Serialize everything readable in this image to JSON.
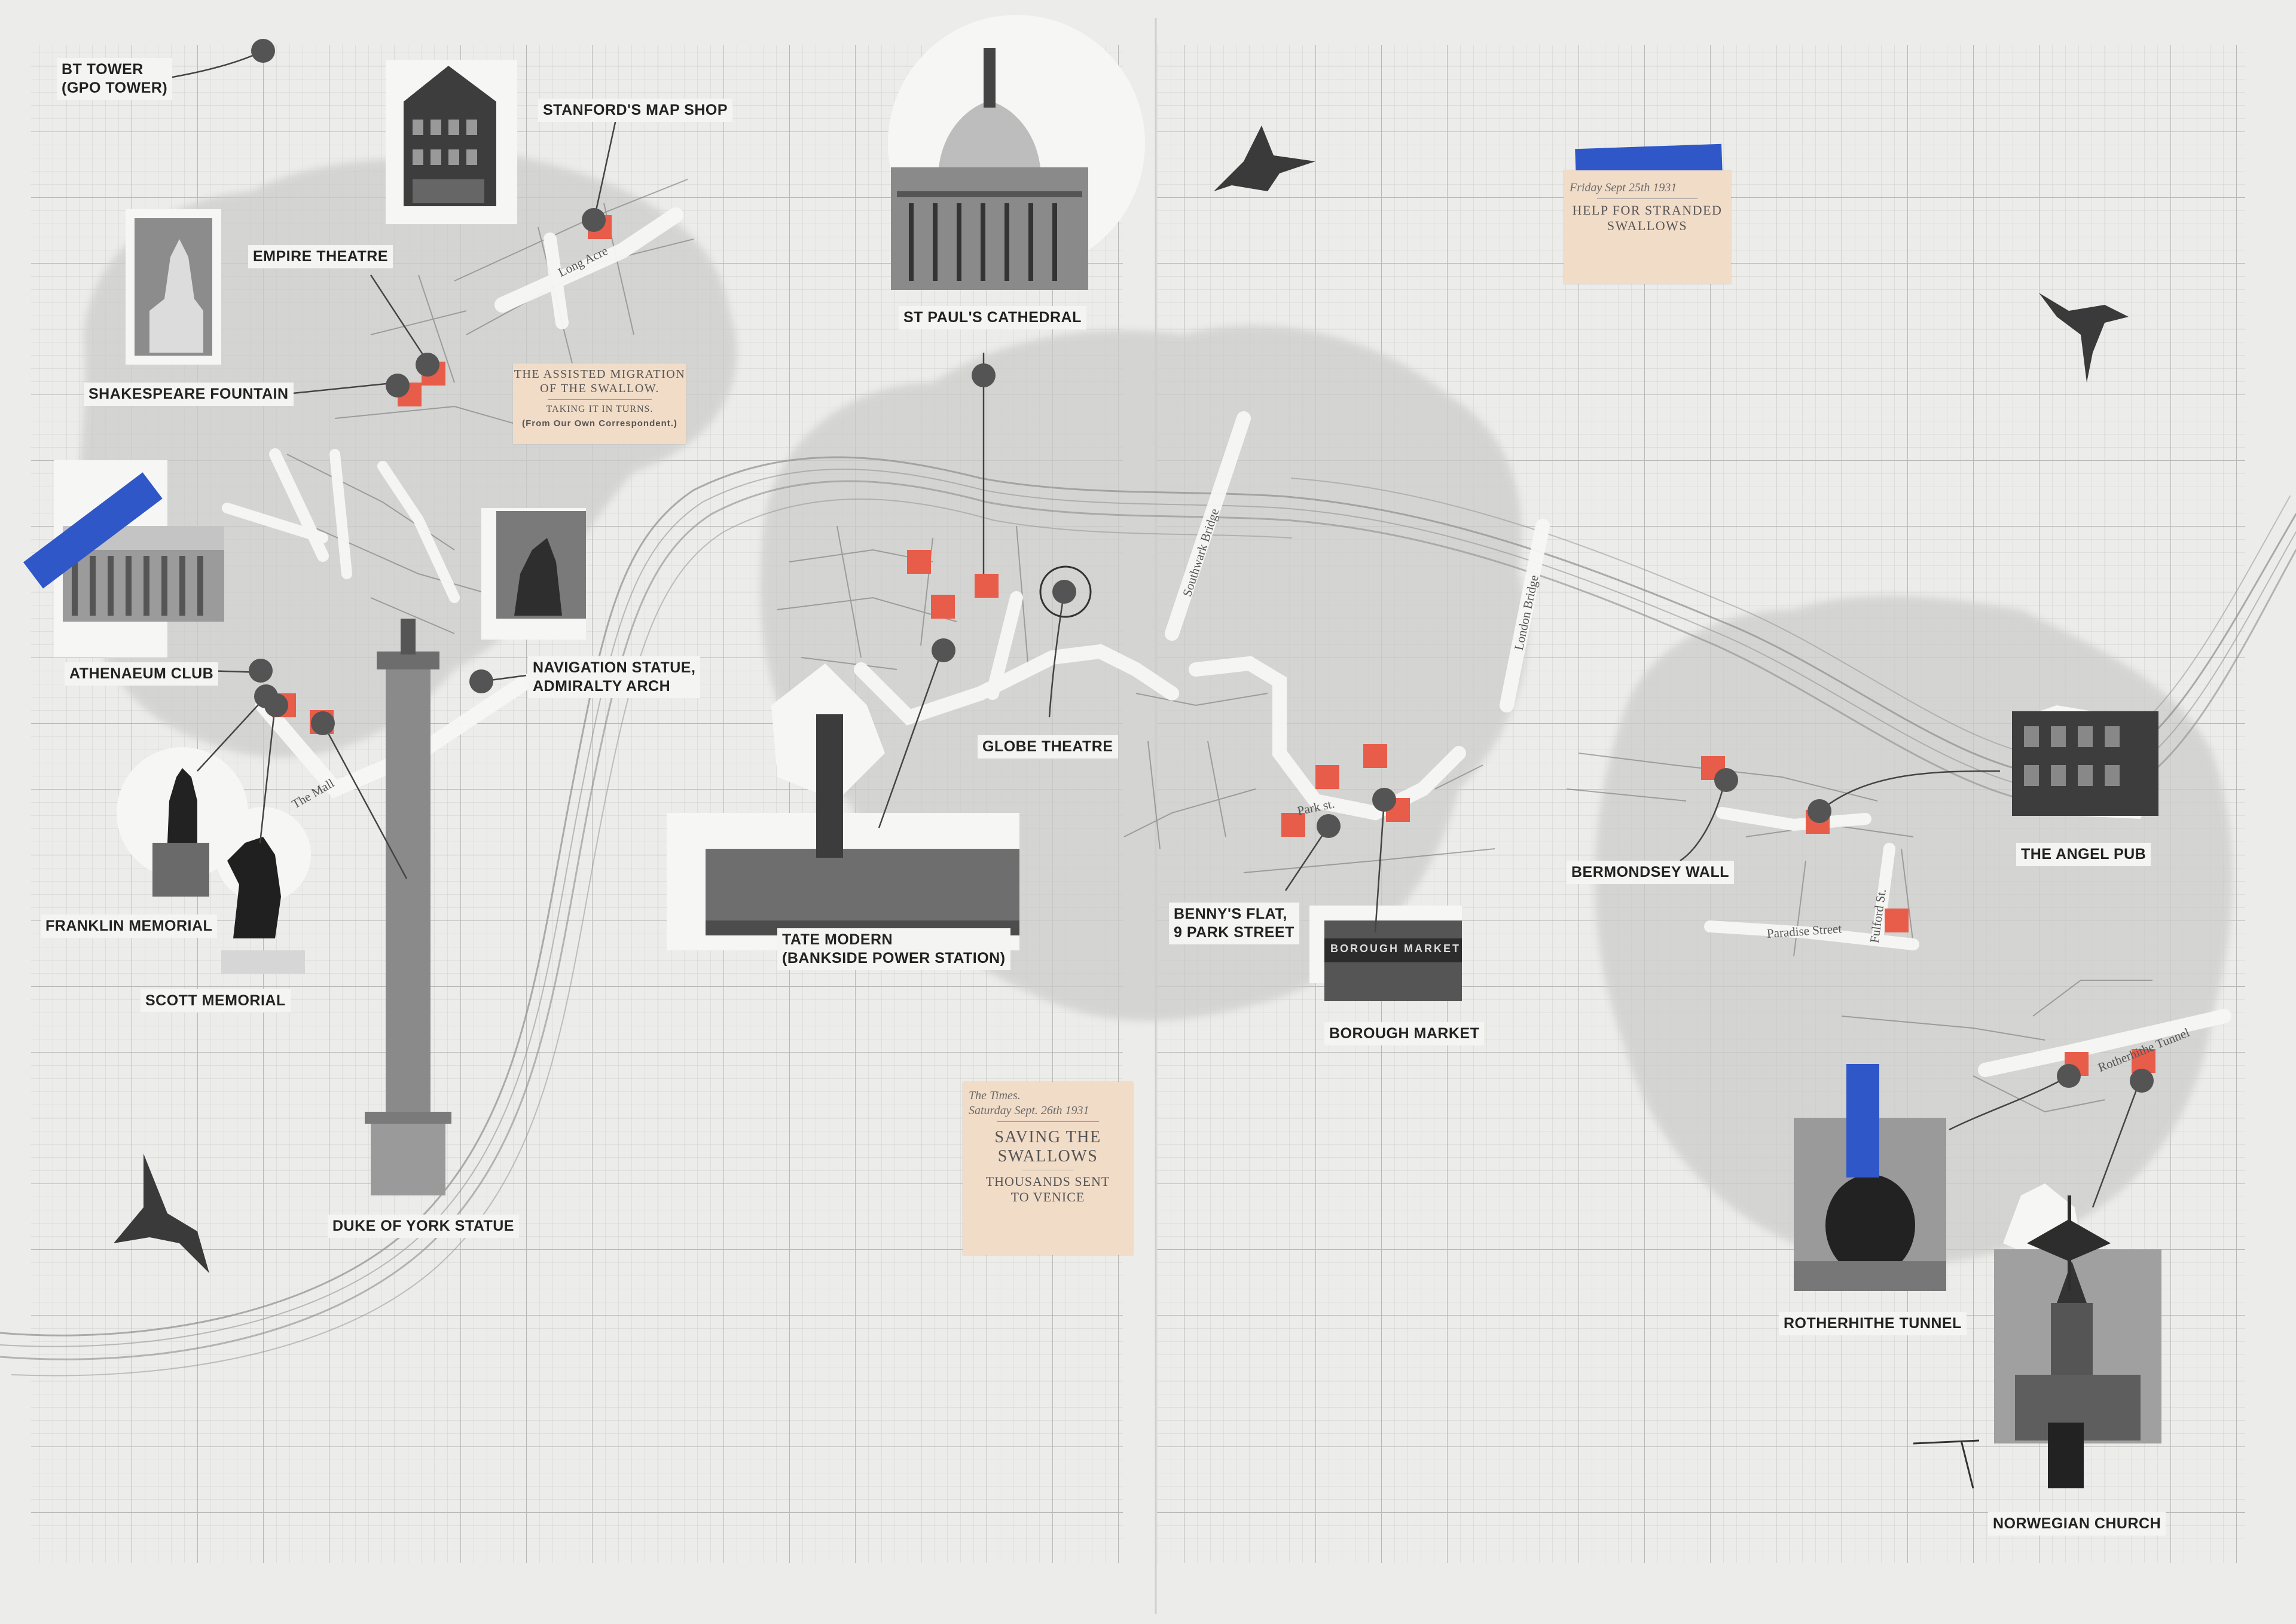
{
  "colors": {
    "paper": "#e9e9e7",
    "grid": "#c9c9c6",
    "wash": "#cfcfcd",
    "marker": "#555555",
    "square": "#e85c4a",
    "tape": "#2f57c8",
    "clipping": "#f1dcc8",
    "river": "#9a9a9a"
  },
  "landmarks": {
    "bt_tower": {
      "line1": "BT TOWER",
      "line2": "(GPO TOWER)"
    },
    "stanfords": {
      "label": "STANFORD'S MAP SHOP"
    },
    "empire": {
      "label": "EMPIRE THEATRE"
    },
    "shakespeare": {
      "label": "SHAKESPEARE FOUNTAIN"
    },
    "athenaeum": {
      "label": "ATHENAEUM CLUB"
    },
    "navigation": {
      "line1": "NAVIGATION STATUE,",
      "line2": "ADMIRALTY ARCH"
    },
    "franklin": {
      "label": "FRANKLIN MEMORIAL"
    },
    "scott": {
      "label": "SCOTT MEMORIAL"
    },
    "duke": {
      "label": "DUKE OF YORK STATUE"
    },
    "stpauls": {
      "label": "ST PAUL'S CATHEDRAL"
    },
    "globe": {
      "label": "GLOBE THEATRE"
    },
    "tate": {
      "line1": "TATE MODERN",
      "line2": "(BANKSIDE POWER STATION)"
    },
    "benny": {
      "line1": "BENNY'S FLAT,",
      "line2": "9 PARK STREET"
    },
    "borough": {
      "label": "BOROUGH MARKET"
    },
    "bermondsey": {
      "label": "BERMONDSEY WALL"
    },
    "angel": {
      "label": "THE ANGEL PUB"
    },
    "rotherhithe": {
      "label": "ROTHERHITHE TUNNEL"
    },
    "norwegian": {
      "label": "NORWEGIAN CHURCH"
    }
  },
  "streets": {
    "long_acre": "Long Acre",
    "the_mall": "The Mall",
    "southwark_bridge": "Southwark Bridge",
    "london_bridge": "London Bridge",
    "park_st": "Park st.",
    "fulford_st": "Fulford St.",
    "paradise_street": "Paradise Street",
    "rotherhithe_tunnel": "Rotherhithe Tunnel"
  },
  "clippings": {
    "assisted": {
      "head1": "THE ASSISTED MIGRATION",
      "head2": "OF THE SWALLOW.",
      "sub": "TAKING IT IN TURNS.",
      "credit": "(From Our Own Correspondent.)"
    },
    "stranded": {
      "hand": "Friday Sept 25th 1931",
      "head1": "HELP FOR STRANDED",
      "head2": "SWALLOWS"
    },
    "saving": {
      "hand1": "The Times.",
      "hand2": "Saturday Sept. 26th 1931",
      "head1": "SAVING THE",
      "head2": "SWALLOWS",
      "sub1": "THOUSANDS SENT",
      "sub2": "TO VENICE"
    }
  },
  "photos": {
    "borough_sign": "BOROUGH MARKET"
  }
}
